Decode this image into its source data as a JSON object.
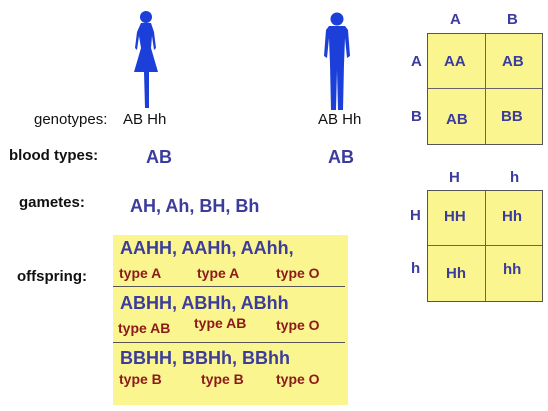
{
  "labels": {
    "genotypes": "genotypes:",
    "blood_types": "blood types:",
    "gametes": "gametes:",
    "offspring": "offspring:"
  },
  "female": {
    "genotype": "AB Hh",
    "blood_type": "AB"
  },
  "male": {
    "genotype": "AB Hh",
    "blood_type": "AB"
  },
  "gametes_value": "AH, Ah, BH, Bh",
  "offspring_rows": [
    {
      "genotypes": "AAHH, AAHh, AAhh,",
      "types": [
        "type A",
        "type A",
        "type O"
      ]
    },
    {
      "genotypes": "ABHH, ABHh, ABhh",
      "types": [
        "type AB",
        "type AB",
        "type O"
      ]
    },
    {
      "genotypes": "BBHH, BBHh, BBhh",
      "types": [
        "type B",
        "type B",
        "type O"
      ]
    }
  ],
  "punnett_ab": {
    "cols": [
      "A",
      "B"
    ],
    "rows": [
      "A",
      "B"
    ],
    "cells": [
      [
        "AA",
        "AB"
      ],
      [
        "AB",
        "BB"
      ]
    ]
  },
  "punnett_hh": {
    "cols": [
      "H",
      "h"
    ],
    "rows": [
      "H",
      "h"
    ],
    "cells": [
      [
        "HH",
        "Hh"
      ],
      [
        "Hh",
        "hh"
      ]
    ]
  },
  "colors": {
    "fill": "#fbf58f",
    "blue_text": "#3b3c9b",
    "red_text": "#8b1a1a",
    "silhouette": "#1b3fd8"
  }
}
